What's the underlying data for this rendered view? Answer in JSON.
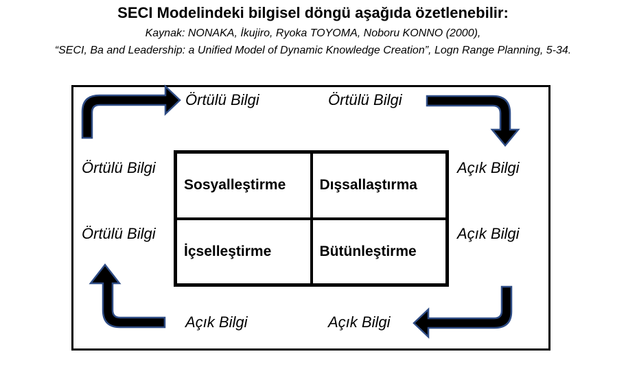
{
  "title": "SECI Modelindeki bilgisel döngü aşağıda özetlenebilir:",
  "source_line1": "Kaynak:  NONAKA, İkujiro, Ryoka TOYOMA, Noboru KONNO (2000),",
  "source_line2": "“SECI, Ba and Leadership: a Unified Model of Dynamic Knowledge Creation”, Logn Range Planning, 5-34.",
  "labels": {
    "top_left": "Örtülü Bilgi",
    "top_right": "Örtülü Bilgi",
    "left_upper": "Örtülü Bilgi",
    "left_lower": "Örtülü Bilgi",
    "right_upper": "Açık Bilgi",
    "right_lower": "Açık Bilgi",
    "bottom_left": "Açık Bilgi",
    "bottom_right": "Açık Bilgi"
  },
  "quadrants": {
    "top_left": "Sosyalleştirme",
    "top_right": "Dışsallaştırma",
    "bottom_left": "İçselleştirme",
    "bottom_right": "Bütünleştirme"
  },
  "colors": {
    "arrow_fill": "#000000",
    "arrow_outline": "#2f4d86"
  }
}
